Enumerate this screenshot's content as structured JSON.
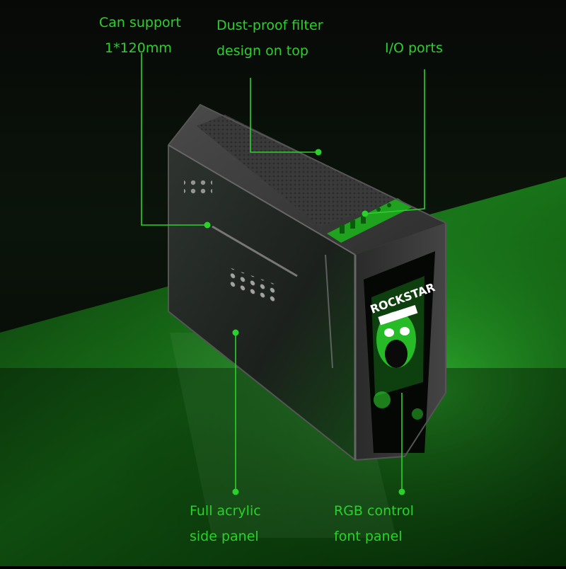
{
  "callouts": {
    "fan_support": {
      "line1": "Can support",
      "line2": "1*120mm"
    },
    "dust_filter": {
      "line1": "Dust-proof filter",
      "line2": "design on top"
    },
    "io_ports": {
      "line1": "I/O ports"
    },
    "side_panel": {
      "line1": "Full acrylic",
      "line2": "side panel"
    },
    "front_panel": {
      "line1": "RGB control",
      "line2": "font panel"
    }
  },
  "front_graphic": {
    "brand_text": "ROCKSTAR"
  },
  "colors": {
    "accent": "#2bd12b",
    "background": "#000000",
    "floor_glow": "#1c8f1c",
    "case_body": "#3b3b3b"
  }
}
